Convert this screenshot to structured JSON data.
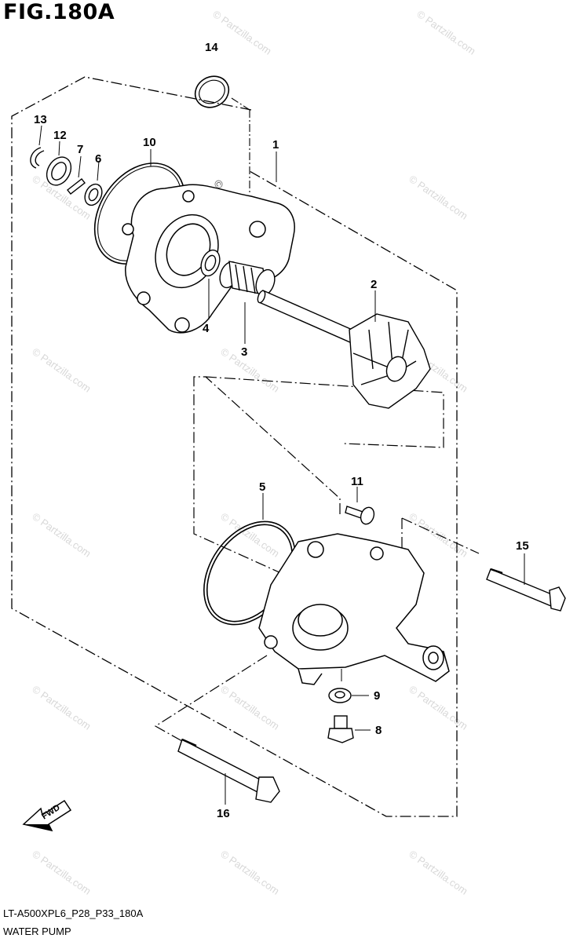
{
  "figure_title": "FIG.180A",
  "watermark": "© Partzilla.com",
  "fwd_label": "FWD",
  "callouts": {
    "c1": "1",
    "c2": "2",
    "c3": "3",
    "c4": "4",
    "c5": "5",
    "c6": "6",
    "c7": "7",
    "c8": "8",
    "c9": "9",
    "c10": "10",
    "c11": "11",
    "c12": "12",
    "c13": "13",
    "c14": "14",
    "c15": "15",
    "c16": "16"
  },
  "footer": {
    "code": "LT-A500XPL6_P28_P33_180A",
    "name": "WATER PUMP"
  }
}
